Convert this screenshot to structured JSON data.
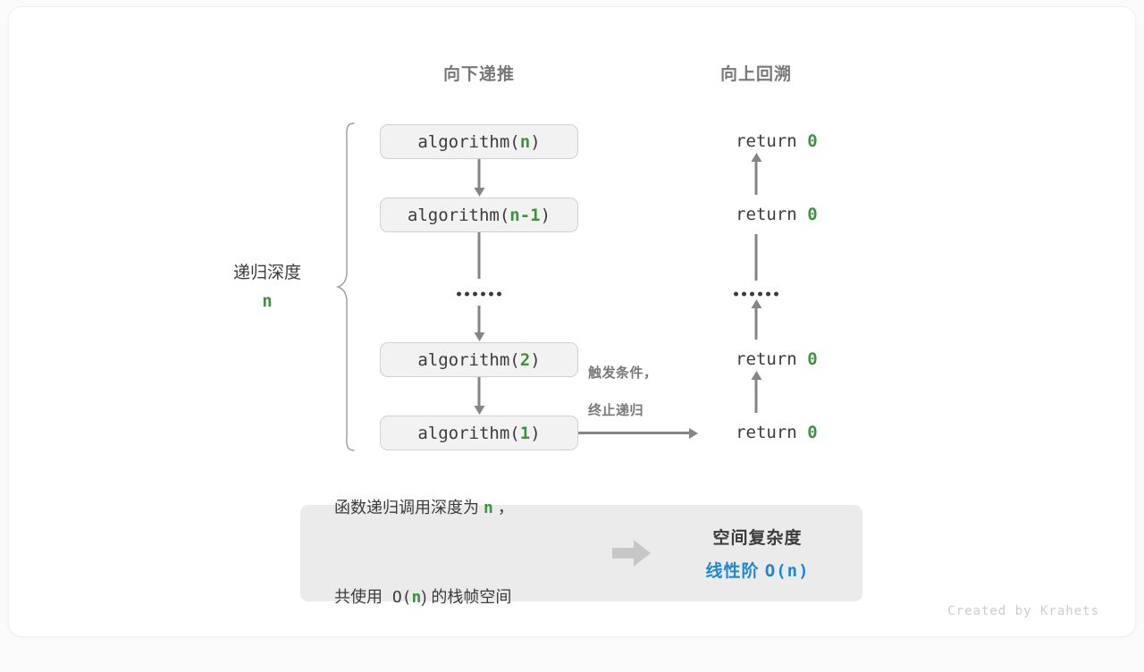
{
  "headers": {
    "descend": "向下递推",
    "ascend": "向上回溯"
  },
  "call_stack": [
    {
      "prefix": "algorithm(",
      "arg": "n",
      "suffix": ")"
    },
    {
      "prefix": "algorithm(",
      "arg": "n-1",
      "suffix": ")"
    },
    {
      "prefix": "algorithm(",
      "arg": "2",
      "suffix": ")"
    },
    {
      "prefix": "algorithm(",
      "arg": "1",
      "suffix": ")"
    }
  ],
  "returns": [
    {
      "keyword": "return ",
      "value": "0"
    },
    {
      "keyword": "return ",
      "value": "0"
    },
    {
      "keyword": "return ",
      "value": "0"
    },
    {
      "keyword": "return ",
      "value": "0"
    }
  ],
  "depth": {
    "label": "递归深度",
    "value": "n"
  },
  "side_note": {
    "line1": "触发条件，",
    "line2": "终止递归"
  },
  "summary": {
    "left_line1_a": "函数递归调用深度为 ",
    "left_line1_var": "n",
    "left_line1_b": " ，",
    "left_line2_a": "共使用 O(",
    "left_line2_var": "n",
    "left_line2_b": ") 的栈帧空间",
    "arrow_icon": "right-arrow-icon",
    "title": "空间复杂度",
    "result_a": "线性阶 ",
    "result_b": "O(n)"
  },
  "credit": "Created by Krahets",
  "colors": {
    "accent_green": "#3f9142",
    "accent_blue": "#1f87d2",
    "line_gray": "#858585",
    "text_gray": "#787878",
    "box_fill": "#f2f2f2",
    "panel_fill": "#ebebeb"
  }
}
